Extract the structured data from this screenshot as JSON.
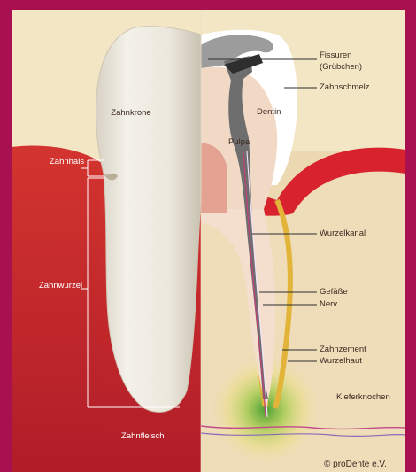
{
  "labels": {
    "zahnkrone": "Zahnkrone",
    "zahnhals": "Zahnhals",
    "zahnwurzel": "Zahnwurzel",
    "zahnfleisch": "Zahnfleisch",
    "fissuren": "Fissuren",
    "gruebchen": "(Grübchen)",
    "zahnschmelz": "Zahnschmelz",
    "dentin": "Dentin",
    "pulpa": "Pulpa",
    "wurzelkanal": "Wurzelkanal",
    "gefaesse": "Gefäße",
    "nerv": "Nerv",
    "zahnzement": "Zahnzement",
    "wurzelhaut": "Wurzelhaut",
    "kieferknochen": "Kieferknochen"
  },
  "copyright": "© proDente e.V.",
  "colors": {
    "border": "#a8104f",
    "background": "#efe0b8",
    "gum": "#c0202a",
    "enamel": "#ffffff",
    "dentin": "#f2dccb",
    "pulp": "#6b6b6b",
    "cementum": "#e3b43a",
    "bone": "#ead7b2",
    "label_dark": "#3b2a22",
    "label_light": "#ffffff"
  }
}
